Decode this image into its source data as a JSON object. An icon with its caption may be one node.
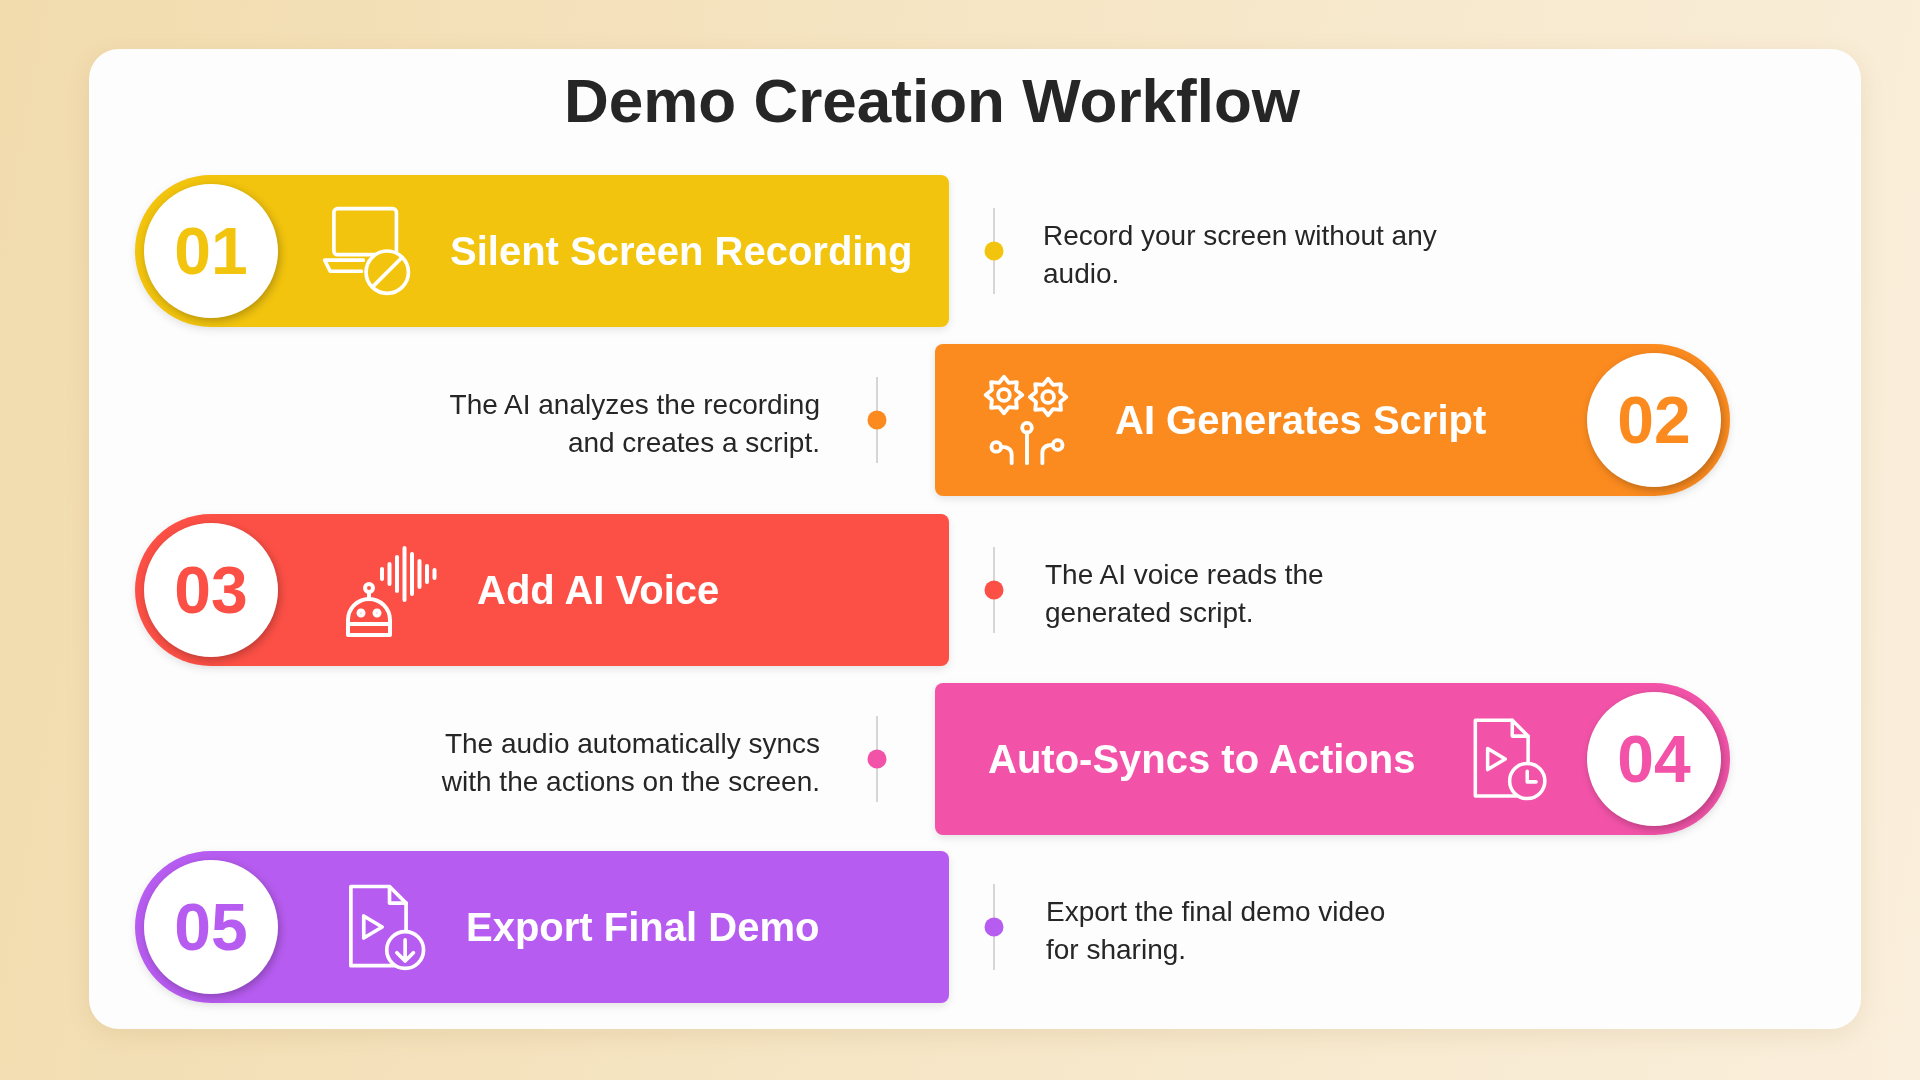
{
  "diagram": {
    "title": "Demo Creation Workflow",
    "nodes": [
      {
        "text": [
          "01",
          "Silent Screen Recording"
        ]
      },
      {
        "text": [
          "AI Generates Script",
          "02"
        ]
      },
      {
        "text": [
          "03",
          "Add AI Voice"
        ]
      },
      {
        "text": [
          "Auto-Syncs to Actions",
          "04"
        ]
      },
      {
        "text": [
          "05",
          "Export Final Demo"
        ]
      }
    ],
    "labels": [
      "Record your screen without any audio.",
      "The AI analyzes the recording and creates a script.",
      "The AI voice reads the generated script.",
      "The audio automatically syncs with the actions on the screen.",
      "Export the final demo video for sharing."
    ]
  }
}
